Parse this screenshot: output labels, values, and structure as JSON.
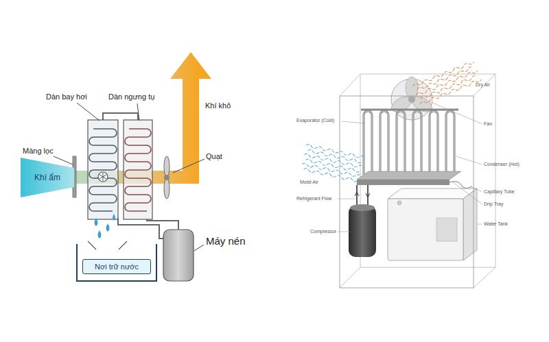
{
  "diagram": {
    "nodes": [
      {
        "text": [
          "Khí ẩm"
        ]
      },
      {
        "text": [
          "Nơi trữ nước"
        ]
      }
    ],
    "labels": [
      "Dàn bay hơi",
      "Dàn ngưng tụ",
      "Khí khô",
      "Màng lọc",
      "Quạt",
      "Máy nén",
      "Dry Air",
      "Evaporator (Cold)",
      "Fan",
      "Moist Air",
      "Condenser (Hot)",
      "Capillary Tube",
      "Refrigerant Flow",
      "Drip Tray",
      "Water Tank",
      "Compressor"
    ]
  }
}
